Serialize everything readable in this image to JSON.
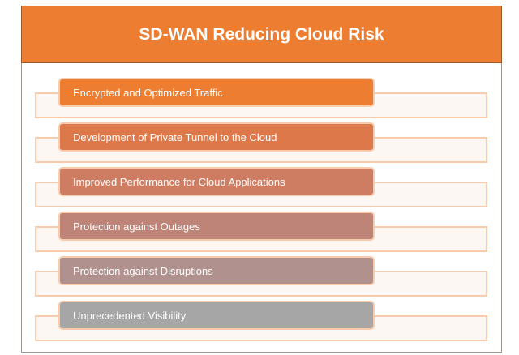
{
  "title": "SD-WAN Reducing Cloud Risk",
  "items": [
    {
      "label": "Encrypted and Optimized Traffic",
      "color": "#ED7D31"
    },
    {
      "label": "Development of Private Tunnel to the Cloud",
      "color": "#DC784A"
    },
    {
      "label": "Improved Performance for Cloud Applications",
      "color": "#CE7C62"
    },
    {
      "label": "Protection against Outages",
      "color": "#BD8477"
    },
    {
      "label": "Protection against Disruptions",
      "color": "#B0918D"
    },
    {
      "label": "Unprecedented Visibility",
      "color": "#A6A6A6"
    }
  ]
}
